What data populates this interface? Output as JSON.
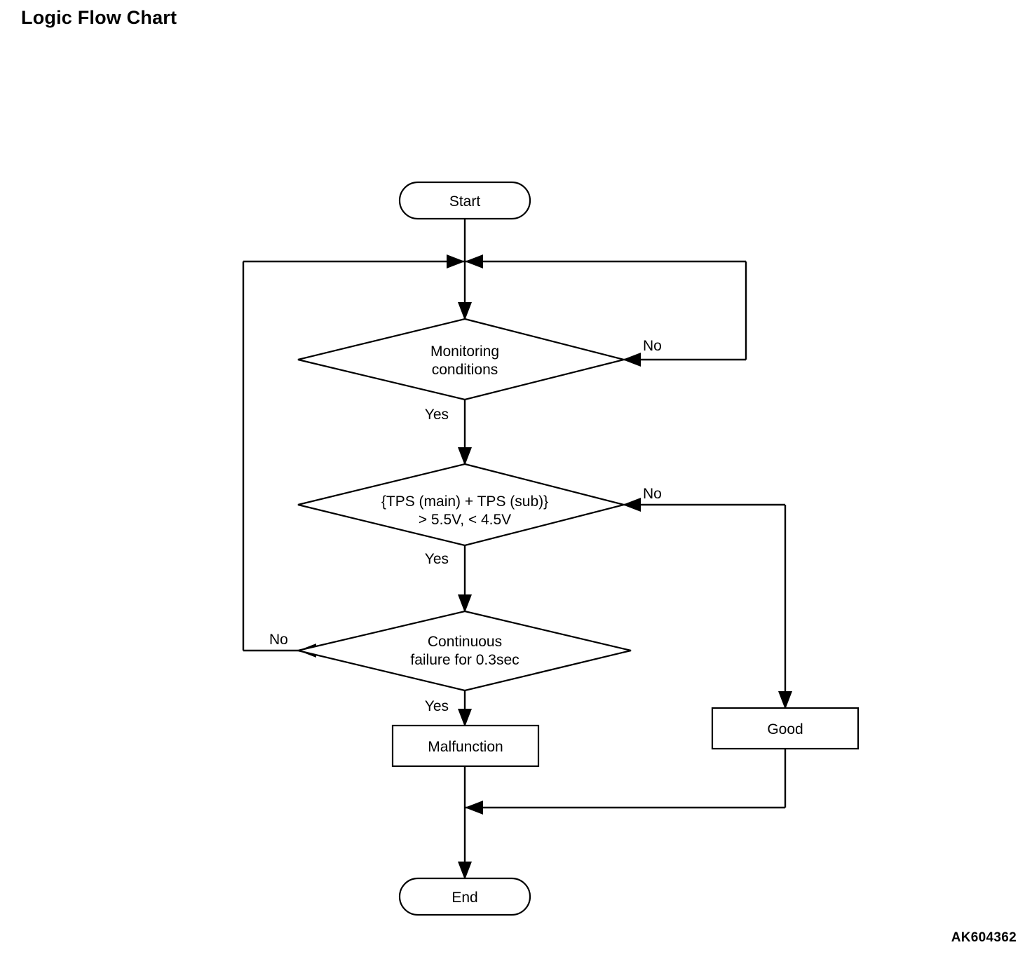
{
  "page": {
    "title": "Logic Flow Chart",
    "reference_code": "AK604362"
  },
  "chart_data": {
    "type": "diagram",
    "diagram_kind": "flowchart",
    "title": "Logic Flow Chart",
    "reference_code": "AK604362",
    "nodes": [
      {
        "id": "start",
        "shape": "terminator",
        "text": "Start"
      },
      {
        "id": "monitoring",
        "shape": "decision",
        "text": "Monitoring conditions",
        "line1": "Monitoring",
        "line2": "conditions"
      },
      {
        "id": "tps",
        "shape": "decision",
        "text": "{TPS (main) + TPS (sub)} > 5.5V, < 4.5V",
        "line1": "{TPS (main) + TPS (sub)}",
        "line2": "> 5.5V, < 4.5V"
      },
      {
        "id": "continuous",
        "shape": "decision",
        "text": "Continuous failure for 0.3sec",
        "line1": "Continuous",
        "line2": "failure for 0.3sec"
      },
      {
        "id": "malfunction",
        "shape": "process",
        "text": "Malfunction"
      },
      {
        "id": "good",
        "shape": "process",
        "text": "Good"
      },
      {
        "id": "end",
        "shape": "terminator",
        "text": "End"
      }
    ],
    "edges": [
      {
        "from": "start",
        "to": "monitoring",
        "label": ""
      },
      {
        "from": "monitoring",
        "to": "tps",
        "label": "Yes"
      },
      {
        "from": "monitoring",
        "to": "start-merge",
        "label": "No"
      },
      {
        "from": "tps",
        "to": "continuous",
        "label": "Yes"
      },
      {
        "from": "tps",
        "to": "good",
        "label": "No"
      },
      {
        "from": "continuous",
        "to": "malfunction",
        "label": "Yes"
      },
      {
        "from": "continuous",
        "to": "start-merge",
        "label": "No"
      },
      {
        "from": "malfunction",
        "to": "end",
        "label": ""
      },
      {
        "from": "good",
        "to": "end",
        "label": ""
      }
    ],
    "branch_labels": {
      "monitoring_yes": "Yes",
      "monitoring_no": "No",
      "tps_yes": "Yes",
      "tps_no": "No",
      "continuous_yes": "Yes",
      "continuous_no": "No"
    },
    "colors": {
      "stroke": "#000000",
      "fill": "#ffffff",
      "text": "#000000",
      "background": "#ffffff"
    }
  }
}
